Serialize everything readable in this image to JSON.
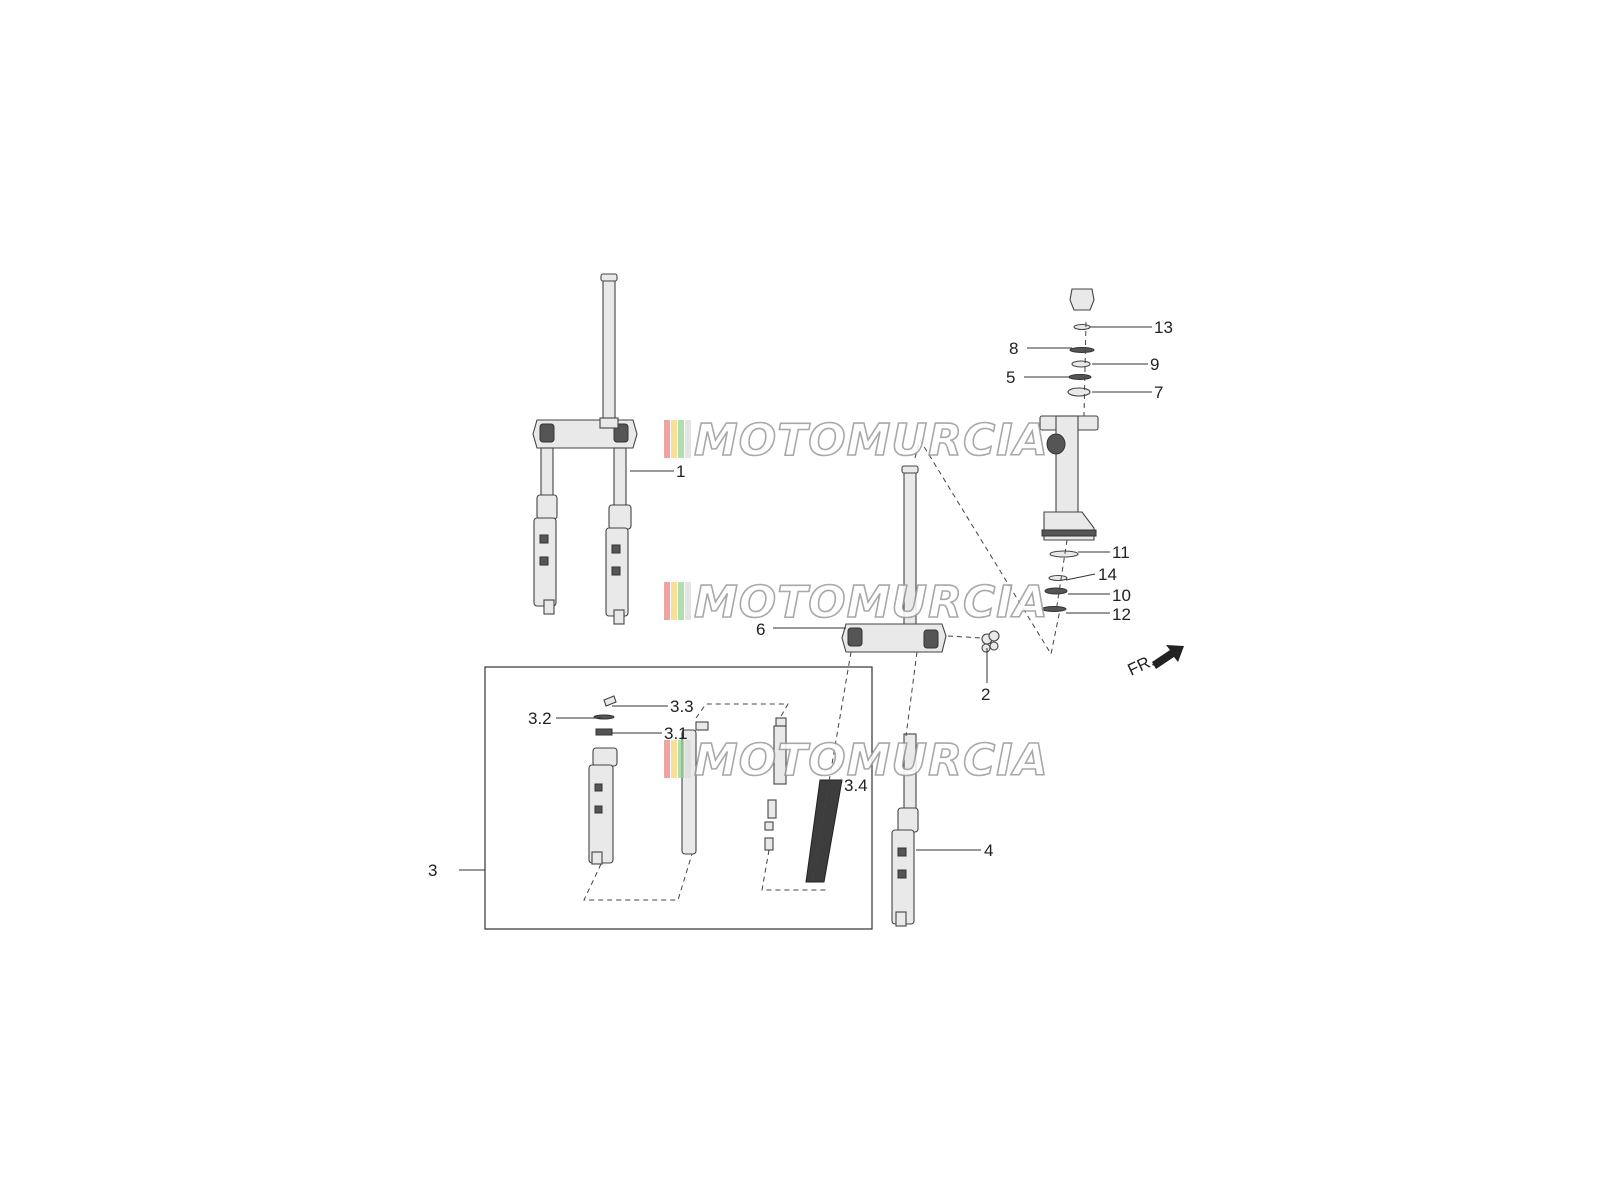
{
  "watermark": {
    "text": "MOTOMURCIA",
    "stripe_colors": [
      "#e87c7c",
      "#f2d36b",
      "#8fd18a",
      "#d8d8d8"
    ]
  },
  "direction_label": "FR.",
  "callouts": {
    "c1": "1",
    "c2": "2",
    "c3": "3",
    "c3_1": "3.1",
    "c3_2": "3.2",
    "c3_3": "3.3",
    "c3_4": "3.4",
    "c4": "4",
    "c5": "5",
    "c6": "6",
    "c7": "7",
    "c8": "8",
    "c9": "9",
    "c10": "10",
    "c11": "11",
    "c12": "12",
    "c13": "13",
    "c14": "14"
  }
}
